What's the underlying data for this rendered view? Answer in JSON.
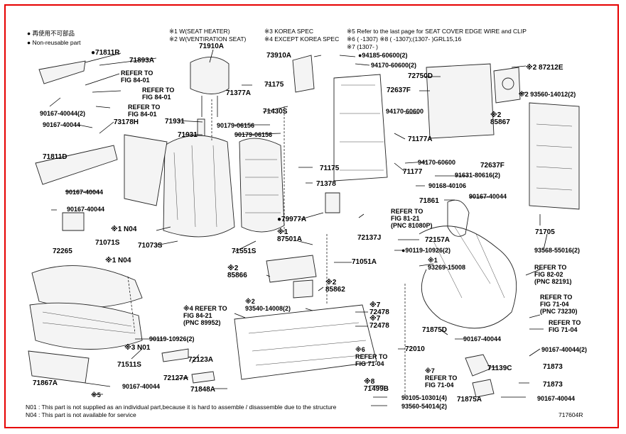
{
  "legend": {
    "reuse_jp": "● 再使用不可部品",
    "non_reusable": "● Non-reusable part",
    "note1": "※1 W(SEAT HEATER)",
    "note2": "※2 W(VENTIRATION SEAT)",
    "note3": "※3 KOREA SPEC",
    "note4": "※4 EXCEPT KOREA SPEC",
    "note5": "※5 Refer to the last page for SEAT COVER EDGE WIRE and CLIP",
    "note6": "※6 (     -1307) ※8 (     -1307);(1307-     )GRL15,16",
    "note7": "※7 (1307-     )"
  },
  "footer": {
    "n01": "N01 : This part is not supplied as an individual part,because it is hard to assemble / disassemble due to the structure",
    "n04": "N04 : This part is not available for service",
    "diagram_id": "717604R"
  },
  "labels": {
    "p71811R": "●71811R",
    "p71893A": "71893A",
    "refer_84_01_a": "REFER TO\nFIG 84-01",
    "refer_84_01_b": "REFER TO\nFIG 84-01",
    "refer_84_01_c": "REFER TO\nFIG 84-01",
    "p90167_40044_2": "90167-40044(2)",
    "p90167_40044_a": "90167-40044",
    "p73178H": "73178H",
    "p71811D": "71811D",
    "p90167_40044_b": "90167-40044",
    "p90167_40044_c": "90167-40044",
    "p72265": "72265",
    "p71910A": "71910A",
    "p71377A": "71377A",
    "p71175_a": "71175",
    "p71931": "71931",
    "p71931_b": "71931",
    "p90179_06156_a": "90179-06156",
    "p90179_06156_b": "90179-06156",
    "p71430S": "71430S",
    "p73910A": "73910A",
    "p94185_60600": "●94185-60600(2)",
    "p94170_60600_a": "94170-60600(2)",
    "p72750D": "72750D",
    "p72637F_a": "72637F",
    "p94170_60600_b": "94170-60600",
    "p71177A": "71177A",
    "p71175_b": "71175",
    "p71378": "71378",
    "p94170_60600_c": "94170-60600",
    "p71177": "71177",
    "p91631_80616": "91631-80616(2)",
    "p72637F_b": "72637F",
    "p90168_40106": "90168-40106",
    "p87212E": "※2 87212E",
    "p93560_14012": "※2 93560-14012(2)",
    "p85867": "※2\n85867",
    "p71861": "71861",
    "p90167_40044_d": "90167-40044",
    "refer_81_21": "REFER TO\nFIG 81-21\n(PNC 81080P)",
    "p79977A": "●79977A",
    "p72137J": "72137J",
    "p72157A": "72157A",
    "p90119_10926_a": "●90119-10926(2)",
    "p71705": "71705",
    "p93568_55016": "93568-55016(2)",
    "n04_a": "※1 N04",
    "p71073S": "71073S",
    "p71551S": "71551S",
    "p87501A": "※1\n87501A",
    "p71051A": "71051A",
    "p71071S": "71071S",
    "n04_b": "※1 N04",
    "p85866": "※2\n85866",
    "p85862": "※2\n85862",
    "p93269_15008": "※1\n93269-15008",
    "refer_82_02": "REFER TO\nFIG 82-02\n(PNC 82191)",
    "refer_84_21": "※4 REFER TO\nFIG 84-21\n(PNC 89952)",
    "p93540_14008": "※2\n93540-14008(2)",
    "p72478_a": "※7\n72478",
    "p72478_b": "※7\n72478",
    "refer_71_04_a": "REFER TO\nFIG 71-04\n(PNC 73230)",
    "refer_71_04_b": "REFER TO\nFIG 71-04",
    "p71875D": "71875D",
    "p90167_40044_e": "90167-40044",
    "p90167_40044_f": "90167-40044(2)",
    "p90119_10926_b": "90119-10926(2)",
    "n01": "※3 N01",
    "p72010": "72010",
    "refer_71_04_c": "※6\nREFER TO\nFIG 71-04",
    "p71139C": "71139C",
    "p71873": "71873",
    "p72123A": "72123A",
    "p71511S": "71511S",
    "p71867A": "71867A",
    "p72127A": "72127A",
    "p71848A": "71848A",
    "p90167_40044_g": "90167-40044",
    "p_x5": "※5",
    "refer_71_04_d": "※7\nREFER TO\nFIG 71-04",
    "p71499B": "※8\n71499B",
    "p90105_10301": "90105-10301(4)",
    "p93560_54014": "93560-54014(2)",
    "p71875A": "71875A",
    "p71873_b": "71873",
    "p90167_40044_h": "90167-40044"
  }
}
